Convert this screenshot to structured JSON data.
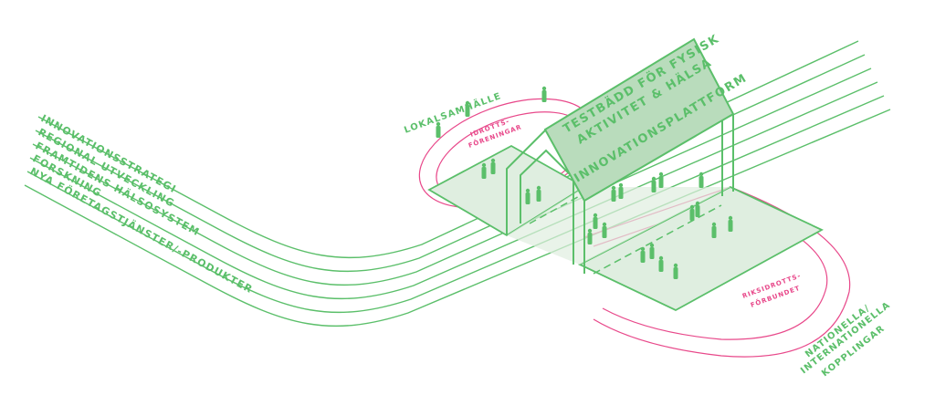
{
  "colors": {
    "green": "#5bbf6a",
    "green_fill": "#b9dcbc",
    "green_light": "#dfeee0",
    "pink": "#e8488a"
  },
  "streams": [
    "INNOVATIONSSTRATEGI",
    "REGIONAL UTVECKLING",
    "FRAMTIDENS HÄLSOSYSTEM",
    "FORSKNING",
    "NYA FÖRETAGSTJÄNSTER/-PRODUKTER"
  ],
  "roof": {
    "line1": "TESTBÄDD FÖR FYSISK",
    "line2": "AKTIVITET & HÄLSA",
    "line3": "INNOVATIONSPLATTFORM"
  },
  "local": {
    "label": "LOKALSAMHÄLLE",
    "track_line1": "IDROTTS-",
    "track_line2": "FÖRENINGAR"
  },
  "national": {
    "track_line1": "RIKSIDROTTS-",
    "track_line2": "FÖRBUNDET",
    "label_line1": "NATIONELLA/",
    "label_line2": "INTERNATIONELLA",
    "label_line3": "KOPPLINGAR"
  }
}
